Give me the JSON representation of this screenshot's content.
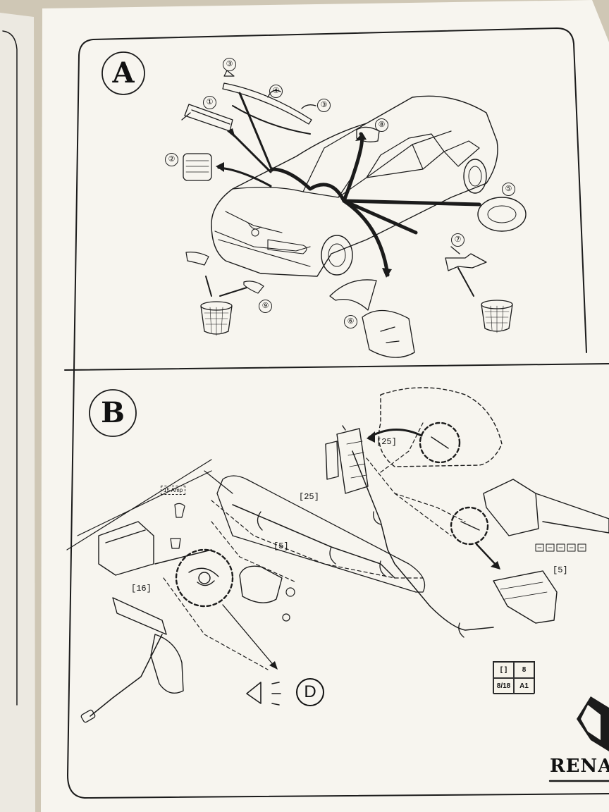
{
  "sections": {
    "a": {
      "label": "A"
    },
    "b": {
      "label": "B"
    }
  },
  "callouts": [
    "①",
    "②",
    "③",
    "③",
    "④",
    "⑤",
    "⑥",
    "⑦",
    "⑧",
    "⑨"
  ],
  "connector_tags": {
    "c25_top": "[25]",
    "c25_left": "[25]",
    "c5_mid": "[5]",
    "c5_right": "[5]",
    "c16": "[16]"
  },
  "fuse_label": "15 Amp",
  "headlamp_symbol": "D",
  "ref_table": {
    "row1": [
      "[ ]",
      "8"
    ],
    "row2": [
      "8/18",
      "A1"
    ]
  },
  "brand_text": "RENA",
  "colors": {
    "paper": "#f7f5ef",
    "ink": "#1b1b1b",
    "background": "#cfc7b5"
  }
}
